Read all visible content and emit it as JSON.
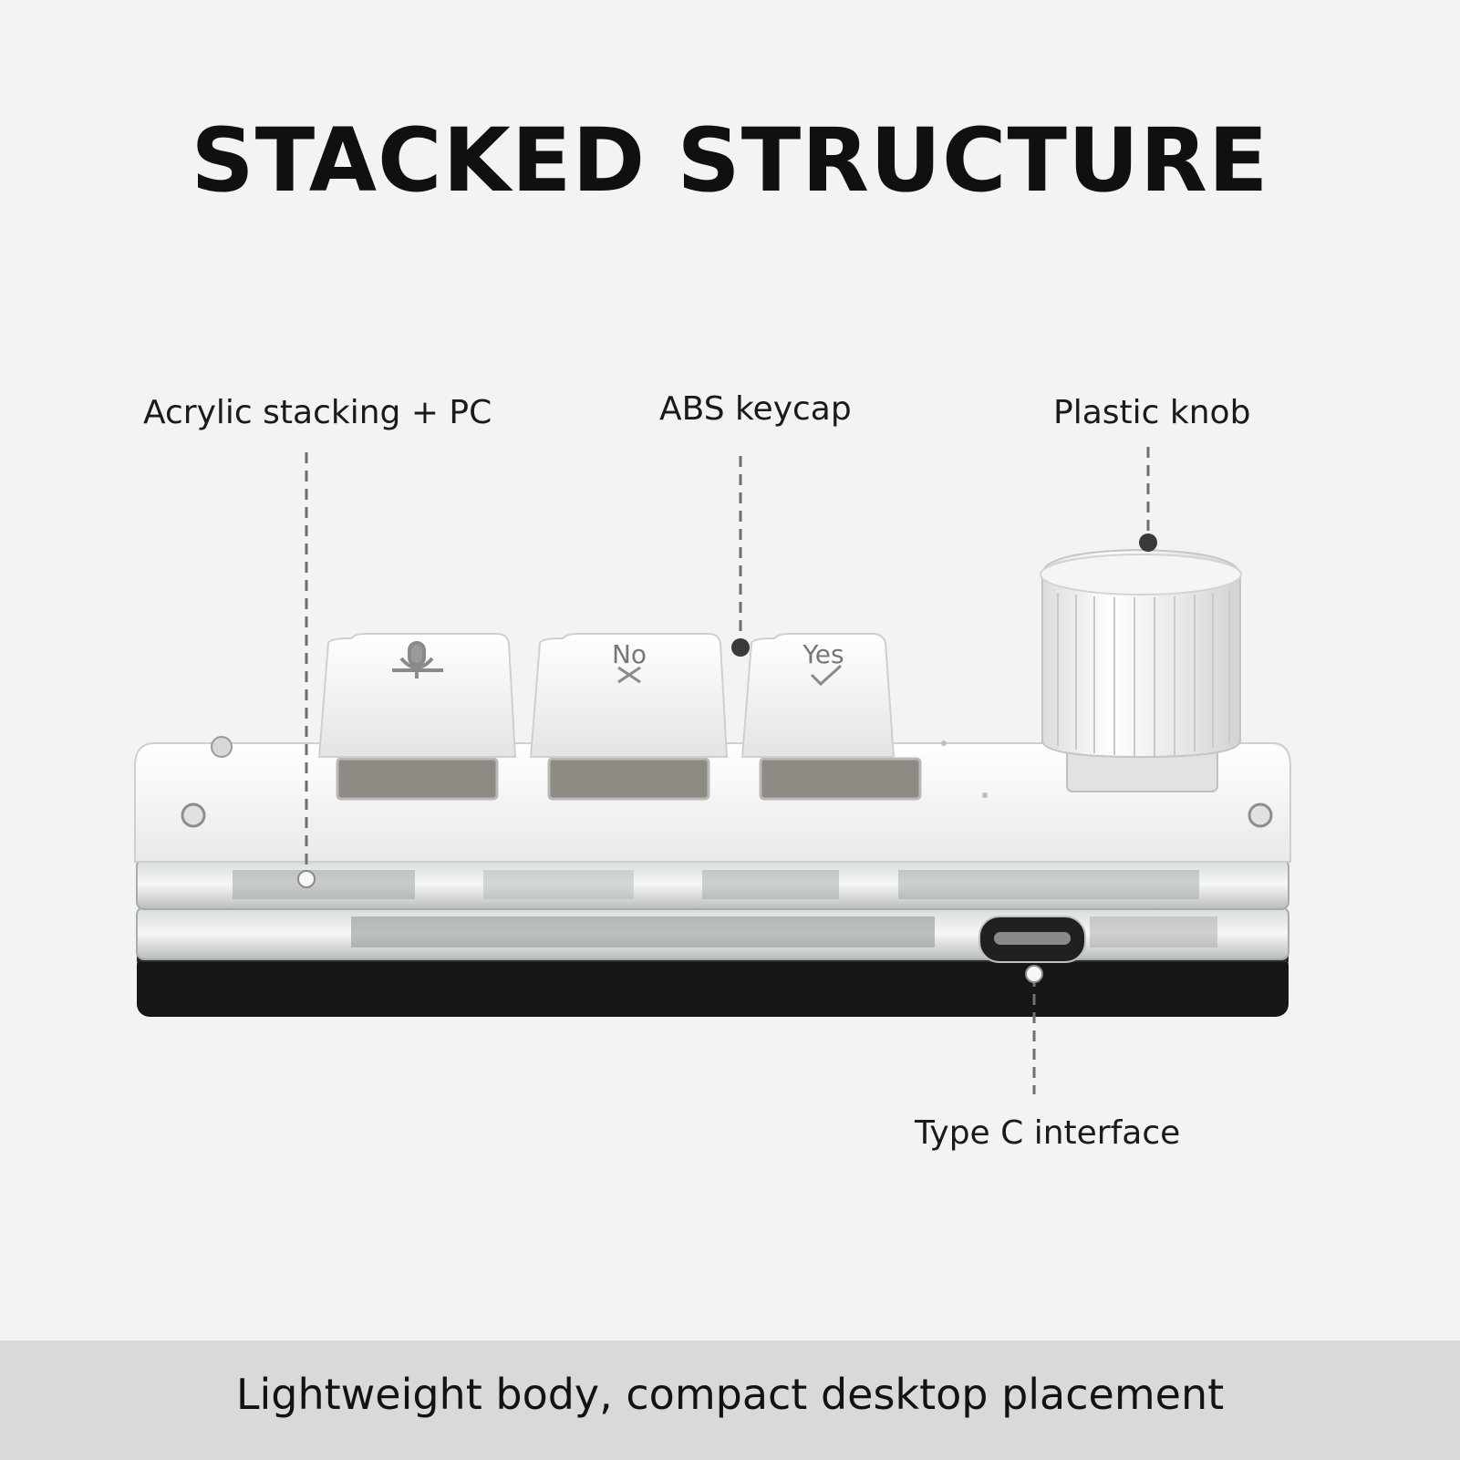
{
  "title": "STACKED STRUCTURE",
  "callouts": {
    "acrylic": "Acrylic stacking + PC",
    "keycap": "ABS keycap",
    "knob": "Plastic knob",
    "typec": "Type C interface"
  },
  "keycaps": [
    {
      "legend": "",
      "icon": "microphone-icon"
    },
    {
      "legend": "No",
      "icon": "cross-icon"
    },
    {
      "legend": "Yes",
      "icon": "check-icon"
    }
  ],
  "footer": "Lightweight body, compact desktop placement"
}
